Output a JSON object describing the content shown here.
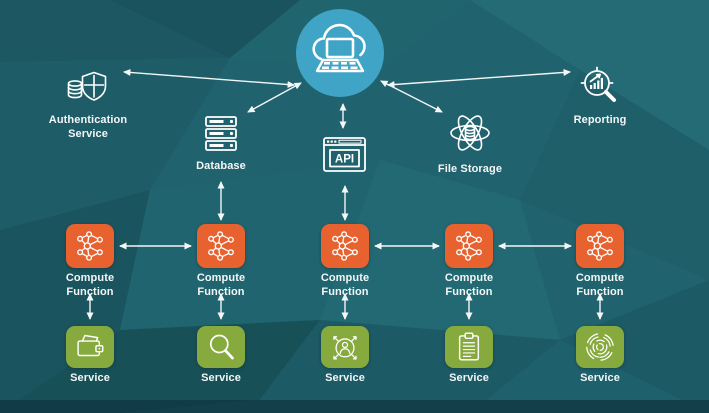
{
  "title": "Cloud services architecture diagram",
  "palette": {
    "bg_base": "#20626d",
    "bg_dark": "#164b56",
    "bg_light": "#276e79",
    "bottom_strip": "#123f4a",
    "cloud_blue": "#3fa4c6",
    "orange": "#e7622e",
    "green": "#86aa3d",
    "icon_white": "#ffffff",
    "text_white": "#f3f7f7"
  },
  "cloud_hub": {
    "icon": "cloud-laptop-icon",
    "label": ""
  },
  "top_nodes": [
    {
      "id": "auth",
      "label": "Authentication Service",
      "icon": "shield-coins-icon"
    },
    {
      "id": "database",
      "label": "Database",
      "icon": "server-icon"
    },
    {
      "id": "api",
      "label": "",
      "icon": "api-browser-icon",
      "icon_text": "API"
    },
    {
      "id": "file_storage",
      "label": "File Storage",
      "icon": "atom-database-icon"
    },
    {
      "id": "reporting",
      "label": "Reporting",
      "icon": "magnifier-chart-icon"
    }
  ],
  "compute_row": [
    {
      "label": "Compute Function",
      "icon": "network-nodes-icon"
    },
    {
      "label": "Compute Function",
      "icon": "network-nodes-icon"
    },
    {
      "label": "Compute Function",
      "icon": "network-nodes-icon"
    },
    {
      "label": "Compute Function",
      "icon": "network-nodes-icon"
    },
    {
      "label": "Compute Function",
      "icon": "network-nodes-icon"
    }
  ],
  "service_row": [
    {
      "label": "Service",
      "icon": "wallet-icon"
    },
    {
      "label": "Service",
      "icon": "search-icon"
    },
    {
      "label": "Service",
      "icon": "user-target-icon"
    },
    {
      "label": "Service",
      "icon": "clipboard-icon"
    },
    {
      "label": "Service",
      "icon": "swirl-icon"
    }
  ],
  "connections": [
    "cloud <-> authentication-service",
    "cloud <-> reporting",
    "cloud <-> database",
    "cloud <-> api",
    "cloud <-> file-storage",
    "database <-> compute-function-2",
    "api <-> compute-function-3",
    "compute-function-1 <-> compute-function-2",
    "compute-function-3 <-> compute-function-4",
    "compute-function-4 <-> compute-function-5",
    "compute-function-1 <-> service-1",
    "compute-function-2 <-> service-2",
    "compute-function-3 <-> service-3",
    "compute-function-4 <-> service-4",
    "compute-function-5 <-> service-5"
  ]
}
